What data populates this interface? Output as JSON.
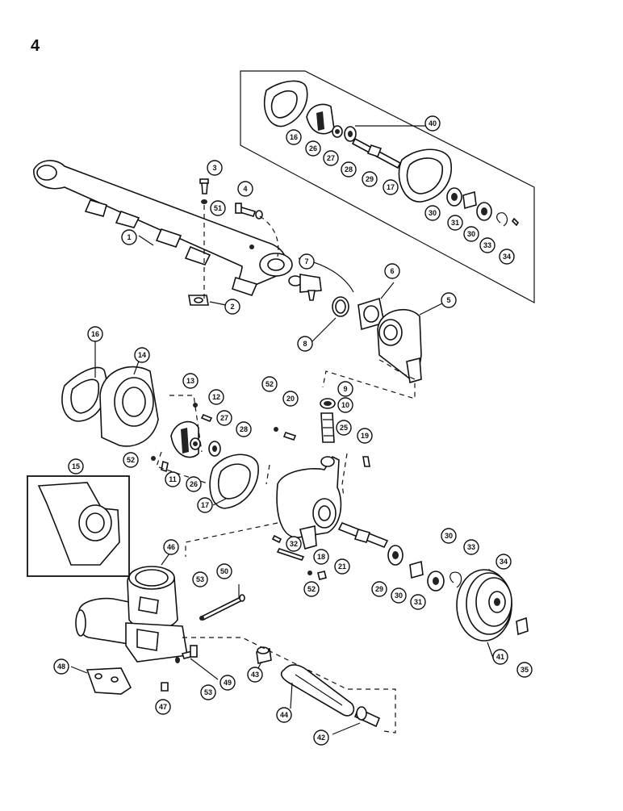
{
  "page_number": "4",
  "callouts": [
    {
      "id": "c40",
      "label": "40"
    },
    {
      "id": "c16a",
      "label": "16"
    },
    {
      "id": "c26a",
      "label": "26"
    },
    {
      "id": "c27a",
      "label": "27"
    },
    {
      "id": "c28a",
      "label": "28"
    },
    {
      "id": "c29a",
      "label": "29"
    },
    {
      "id": "c17a",
      "label": "17"
    },
    {
      "id": "c30a",
      "label": "30"
    },
    {
      "id": "c31a",
      "label": "31"
    },
    {
      "id": "c30b",
      "label": "30"
    },
    {
      "id": "c33a",
      "label": "33"
    },
    {
      "id": "c34a",
      "label": "34"
    },
    {
      "id": "c3",
      "label": "3"
    },
    {
      "id": "c4",
      "label": "4"
    },
    {
      "id": "c51",
      "label": "51"
    },
    {
      "id": "c1",
      "label": "1"
    },
    {
      "id": "c7",
      "label": "7"
    },
    {
      "id": "c2",
      "label": "2"
    },
    {
      "id": "c6",
      "label": "6"
    },
    {
      "id": "c5",
      "label": "5"
    },
    {
      "id": "c8",
      "label": "8"
    },
    {
      "id": "c16b",
      "label": "16"
    },
    {
      "id": "c14",
      "label": "14"
    },
    {
      "id": "c13",
      "label": "13"
    },
    {
      "id": "c12",
      "label": "12"
    },
    {
      "id": "c27b",
      "label": "27"
    },
    {
      "id": "c28b",
      "label": "28"
    },
    {
      "id": "c52a",
      "label": "52"
    },
    {
      "id": "c20",
      "label": "20"
    },
    {
      "id": "c9",
      "label": "9"
    },
    {
      "id": "c10",
      "label": "10"
    },
    {
      "id": "c25",
      "label": "25"
    },
    {
      "id": "c19",
      "label": "19"
    },
    {
      "id": "c52b",
      "label": "52"
    },
    {
      "id": "c11",
      "label": "11"
    },
    {
      "id": "c26b",
      "label": "26"
    },
    {
      "id": "c17b",
      "label": "17"
    },
    {
      "id": "c15",
      "label": "15"
    },
    {
      "id": "c32",
      "label": "32"
    },
    {
      "id": "c18",
      "label": "18"
    },
    {
      "id": "c21",
      "label": "21"
    },
    {
      "id": "c52c",
      "label": "52"
    },
    {
      "id": "c29b",
      "label": "29"
    },
    {
      "id": "c30c",
      "label": "30"
    },
    {
      "id": "c31b",
      "label": "31"
    },
    {
      "id": "c30d",
      "label": "30"
    },
    {
      "id": "c33b",
      "label": "33"
    },
    {
      "id": "c34b",
      "label": "34"
    },
    {
      "id": "c41",
      "label": "41"
    },
    {
      "id": "c35",
      "label": "35"
    },
    {
      "id": "c46",
      "label": "46"
    },
    {
      "id": "c53a",
      "label": "53"
    },
    {
      "id": "c50",
      "label": "50"
    },
    {
      "id": "c48",
      "label": "48"
    },
    {
      "id": "c53b",
      "label": "53"
    },
    {
      "id": "c49",
      "label": "49"
    },
    {
      "id": "c47",
      "label": "47"
    },
    {
      "id": "c43",
      "label": "43"
    },
    {
      "id": "c44",
      "label": "44"
    },
    {
      "id": "c42",
      "label": "42"
    }
  ]
}
